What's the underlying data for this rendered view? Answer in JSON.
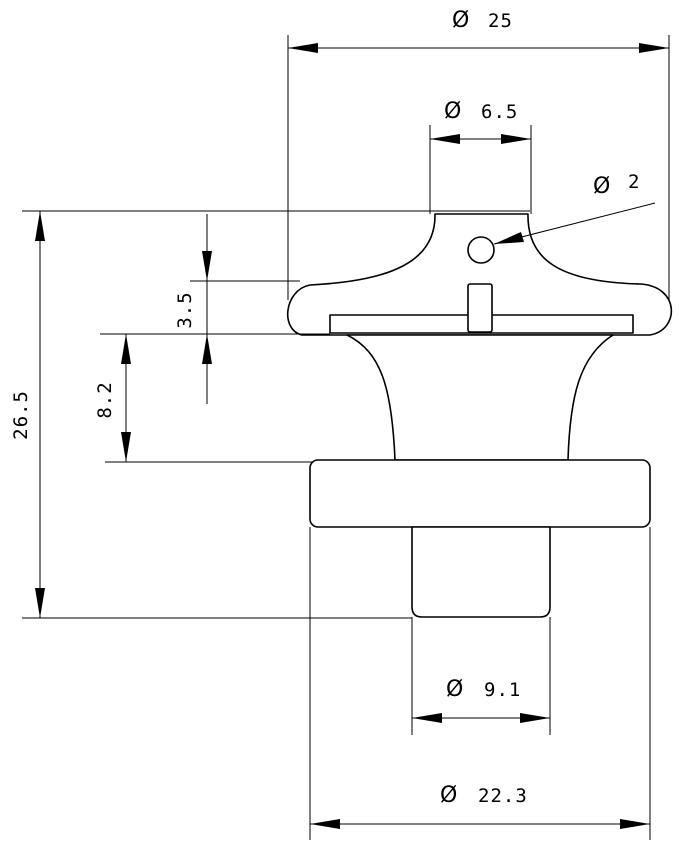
{
  "diagram": {
    "diameter_symbol": "Ø",
    "dimensions": {
      "outer_diameter": "25",
      "top_diameter": "6.5",
      "hole_diameter": "2",
      "bottom_stem_diameter": "9.1",
      "base_diameter": "22.3",
      "total_height": "26.5",
      "head_height": "3.5",
      "neck_height": "8.2"
    }
  }
}
